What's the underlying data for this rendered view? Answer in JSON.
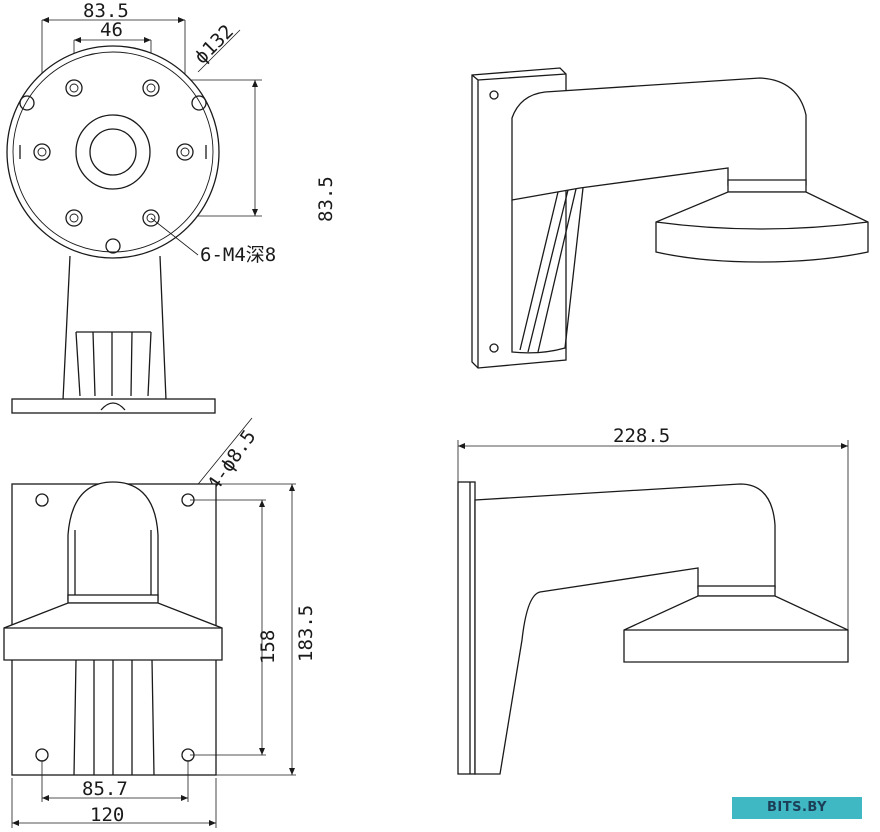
{
  "dimensions": {
    "top_width_outer": "83.5",
    "top_width_inner": "46",
    "diameter": "ϕ132",
    "right_height": "83.5",
    "screw_note": "6-M4深8",
    "hole_note": "4-ϕ8.5",
    "hole_spacing_vertical": "158",
    "plate_height": "183.5",
    "hole_spacing_horizontal": "85.7",
    "plate_width": "120",
    "total_length": "228.5"
  },
  "watermark": {
    "text": "BITS.BY",
    "color": "#3fb8c4"
  }
}
